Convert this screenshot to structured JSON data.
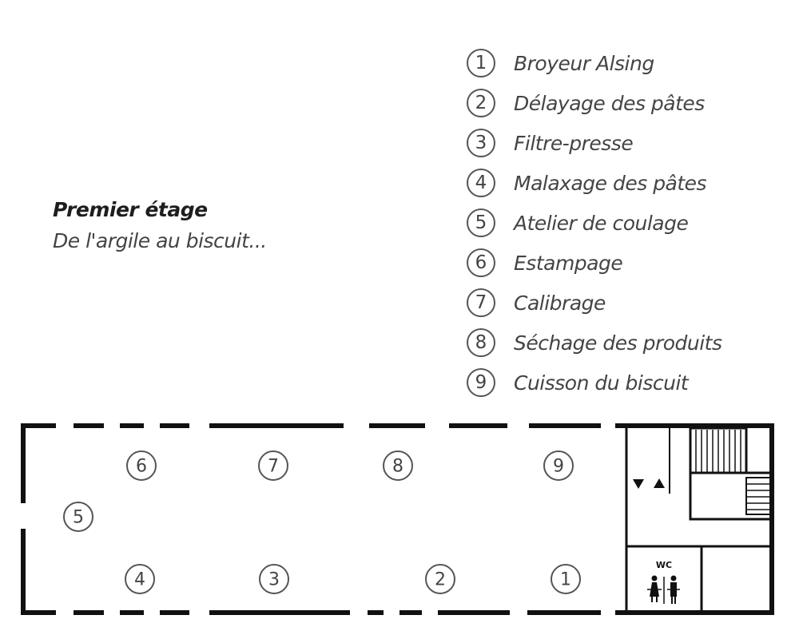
{
  "header": {
    "title": "Premier étage",
    "subtitle": "De l'argile au biscuit..."
  },
  "legend": [
    {
      "num": "1",
      "label": "Broyeur Alsing"
    },
    {
      "num": "2",
      "label": "Délayage des pâtes"
    },
    {
      "num": "3",
      "label": "Filtre-presse"
    },
    {
      "num": "4",
      "label": "Malaxage des pâtes"
    },
    {
      "num": "5",
      "label": "Atelier de coulage"
    },
    {
      "num": "6",
      "label": "Estampage"
    },
    {
      "num": "7",
      "label": "Calibrage"
    },
    {
      "num": "8",
      "label": "Séchage des produits"
    },
    {
      "num": "9",
      "label": "Cuisson du biscuit"
    }
  ],
  "plan": {
    "markers": [
      "6",
      "7",
      "8",
      "9",
      "5",
      "4",
      "3",
      "2",
      "1"
    ],
    "wc_label": "WC",
    "stairs_icon": "elevator-arrows-icon",
    "toilet_icon": "toilet-people-icon",
    "colors": {
      "wall": "#111111",
      "text": "#444444",
      "marker_stroke": "#555555"
    }
  }
}
